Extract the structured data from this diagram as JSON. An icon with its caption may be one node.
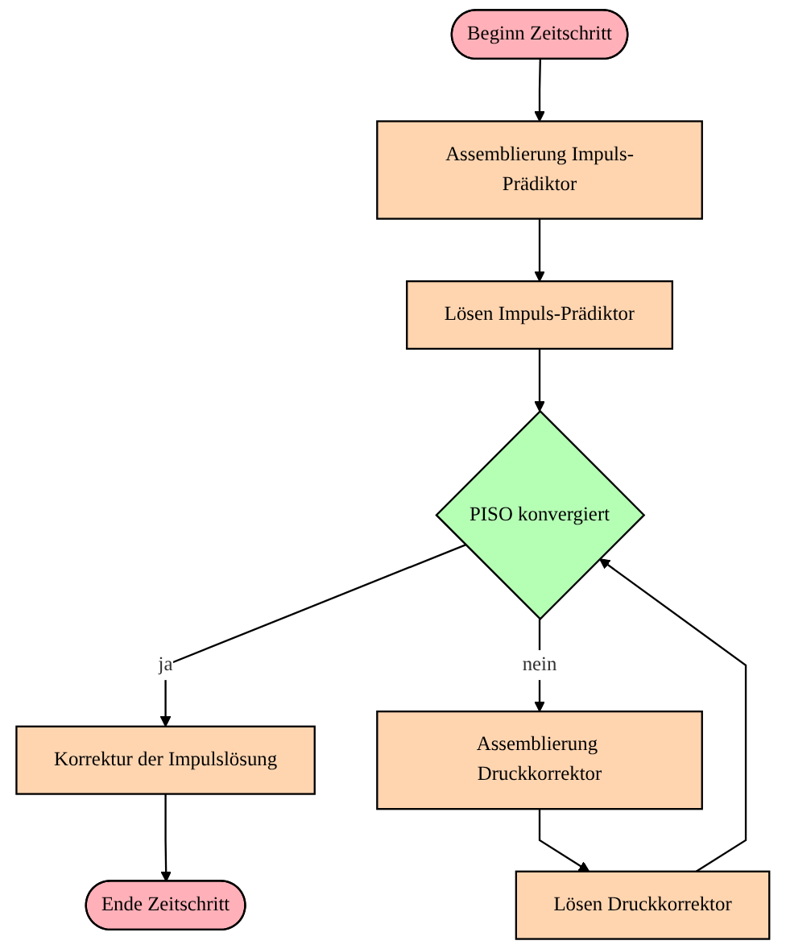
{
  "diagram": {
    "nodes": [
      {
        "text": [
          "Beginn Zeitschritt"
        ]
      },
      {
        "text": [
          "Assemblierung Impuls-Prädiktor"
        ]
      },
      {
        "text": [
          "Lösen Impuls-Prädiktor"
        ]
      },
      {
        "text": [
          "PISO konvergiert"
        ]
      },
      {
        "text": [
          "Korrektur der Impulslösung"
        ]
      },
      {
        "text": [
          "Ende Zeitschritt"
        ]
      },
      {
        "text": [
          "Assemblierung Druckkorrektor"
        ]
      },
      {
        "text": [
          "Lösen Druckkorrektor"
        ]
      }
    ],
    "edges": [
      {
        "from": 0,
        "to": 1,
        "arrow": "to"
      },
      {
        "from": 1,
        "to": 2,
        "arrow": "to"
      },
      {
        "from": 2,
        "to": 3,
        "arrow": "to"
      },
      {
        "from": 3,
        "to": 4,
        "label": "ja",
        "arrow": "to"
      },
      {
        "from": 4,
        "to": 5,
        "arrow": "to"
      },
      {
        "from": 3,
        "to": 6,
        "label": "nein",
        "arrow": "to"
      },
      {
        "from": 6,
        "to": 7,
        "arrow": "to"
      },
      {
        "from": 7,
        "to": 3,
        "arrow": "to"
      }
    ]
  }
}
